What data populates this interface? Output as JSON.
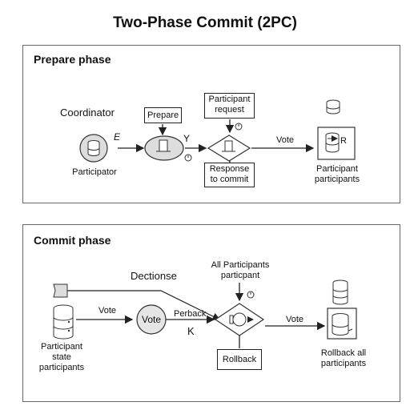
{
  "title": "Two-Phase Commit (2PC)",
  "prepare": {
    "heading": "Prepare phase",
    "coordinator_label": "Coordinator",
    "participator_label": "Participator",
    "e_label": "E",
    "prepare_box": "Prepare",
    "y_label": "Y",
    "participant_request_box": "Participant request",
    "response_box": "Response to commit",
    "vote_label": "Vote",
    "r_label": "R",
    "participant_label": "Participant participants"
  },
  "commit": {
    "heading": "Commit phase",
    "dectionse_label": "Dectionse",
    "all_participants_label": "All Participants particpant",
    "vote_left_label": "Vote",
    "vote_node_label": "Vote",
    "perback_label": "Perback",
    "k_label": "K",
    "vote_right_label": "Vote",
    "rollback_box": "Rollback",
    "left_participant_label": "Participant state participants",
    "rollback_all_label": "Rollback all participants"
  }
}
